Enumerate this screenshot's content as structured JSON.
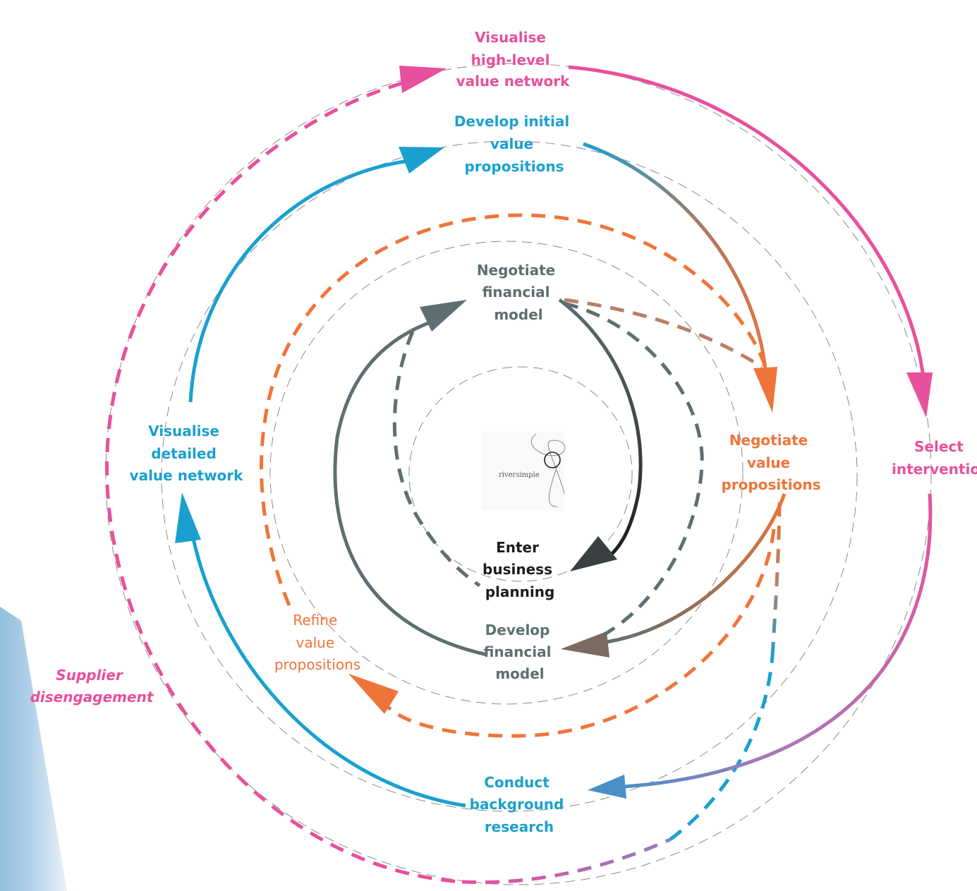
{
  "colors": {
    "pink": "#e84f9c",
    "blue": "#1aa0cf",
    "orange": "#ef7439",
    "slate": "#5e6f72",
    "black": "#1c1c1c",
    "guide": "#8a8a8a"
  },
  "labels": {
    "visualise_high": [
      "Visualise",
      "high-level",
      "value network"
    ],
    "develop_initial": [
      "Develop initial",
      "value",
      "propositions"
    ],
    "negotiate_financial": [
      "Negotiate",
      "financial",
      "model"
    ],
    "negotiate_value": [
      "Negotiate",
      "value",
      "propositions"
    ],
    "select_intervention": [
      "Select",
      "intervention"
    ],
    "visualise_detailed": [
      "Visualise",
      "detailed",
      "value network"
    ],
    "enter_business": [
      "Enter",
      "business",
      "planning"
    ],
    "develop_financial": [
      "Develop",
      "financial",
      "model"
    ],
    "refine_value": [
      "Refine",
      "value",
      "propositions"
    ],
    "supplier_disengagement": [
      "Supplier",
      "disengagement"
    ],
    "conduct_background": [
      "Conduct",
      "background",
      "research"
    ]
  },
  "logo": {
    "text": "riversimple"
  }
}
